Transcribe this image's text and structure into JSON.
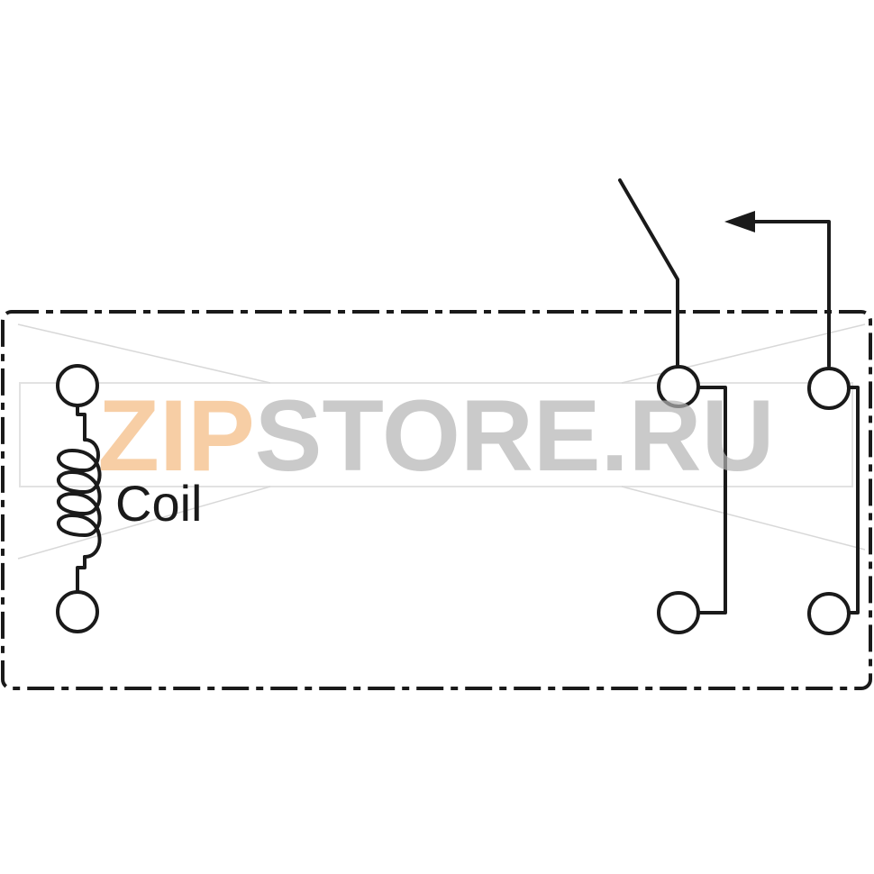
{
  "coil_label": "Coil",
  "watermark": {
    "part1": "ZIP",
    "part2": "STORE.RU"
  }
}
